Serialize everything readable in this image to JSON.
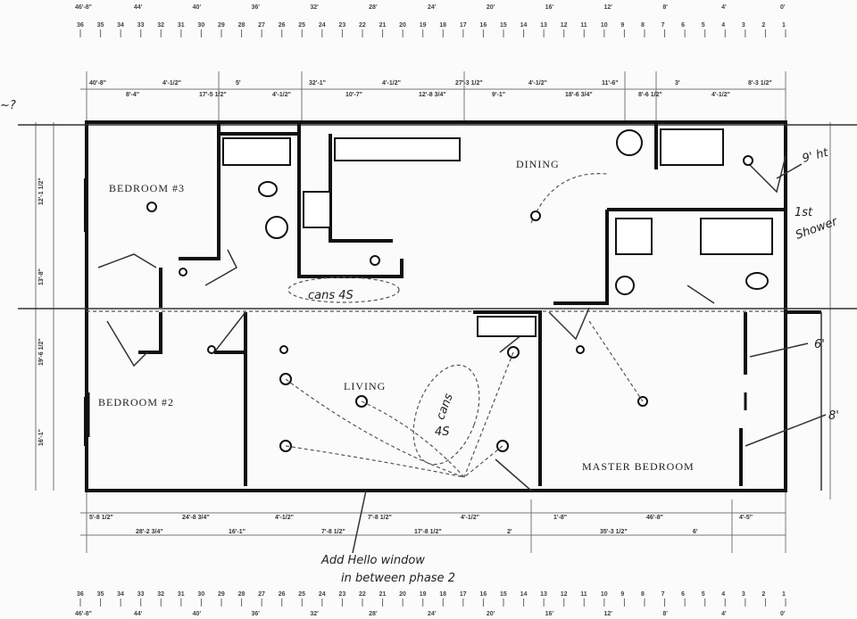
{
  "rooms": {
    "bedroom3": "BEDROOM #3",
    "bedroom2": "BEDROOM #2",
    "living": "LIVING",
    "dining": "DINING",
    "master": "MASTER BEDROOM"
  },
  "handwritten": {
    "cans": "cans 4S",
    "living_cans": "4S",
    "living_cans_top": "cans",
    "ceiling_height": "9' ht",
    "shower_1": "1st",
    "shower_2": "Shower",
    "six": "6'",
    "eight": "8'",
    "window_note_1": "Add Hello window",
    "window_note_2": "in between phase 2",
    "margin_mark": "~?"
  },
  "ruler_top_feet": [
    "46'-8\"",
    "44'",
    "40'",
    "36'",
    "32'",
    "28'",
    "24'",
    "20'",
    "16'",
    "12'",
    "8'",
    "4'",
    "0'"
  ],
  "ruler_numbers": [
    "36",
    "35",
    "34",
    "33",
    "32",
    "31",
    "30",
    "29",
    "28",
    "27",
    "26",
    "25",
    "24",
    "23",
    "22",
    "21",
    "20",
    "19",
    "18",
    "17",
    "16",
    "15",
    "14",
    "13",
    "12",
    "11",
    "10",
    "9",
    "8",
    "7",
    "6",
    "5",
    "4",
    "3",
    "2",
    "1"
  ],
  "ruler_bottom_feet": [
    "46'-8\"",
    "44'",
    "40'",
    "36'",
    "32'",
    "28'",
    "24'",
    "20'",
    "16'",
    "12'",
    "8'",
    "4'",
    "0'"
  ],
  "dims_top": [
    "40'-8\"",
    "8'-4\"",
    "4'-1/2\"",
    "17'-5 1/2\"",
    "5'",
    "4'-1/2\"",
    "32'-1\"",
    "10'-7\"",
    "4'-1/2\"",
    "12'-8 3/4\"",
    "27'-3 1/2\"",
    "9'-1\"",
    "4'-1/2\"",
    "18'-6 3/4\"",
    "11'-6\"",
    "8'-6 1/2\"",
    "3'",
    "4'-1/2\"",
    "8'-3 1/2\""
  ],
  "dims_bottom": [
    "5'-8 1/2\"",
    "28'-2 3/4\"",
    "24'-8 3/4\"",
    "16'-1\"",
    "4'-1/2\"",
    "7'-8 1/2\"",
    "7'-8 1/2\"",
    "17'-8 1/2\"",
    "4'-1/2\"",
    "2'",
    "1'-8\"",
    "35'-3 1/2\"",
    "46'-8\"",
    "6'",
    "4'-5\""
  ],
  "side_dims": [
    "12'-1 1/2\"",
    "13'-8\"",
    "19'-6 1/2\"",
    "16'-1\""
  ]
}
